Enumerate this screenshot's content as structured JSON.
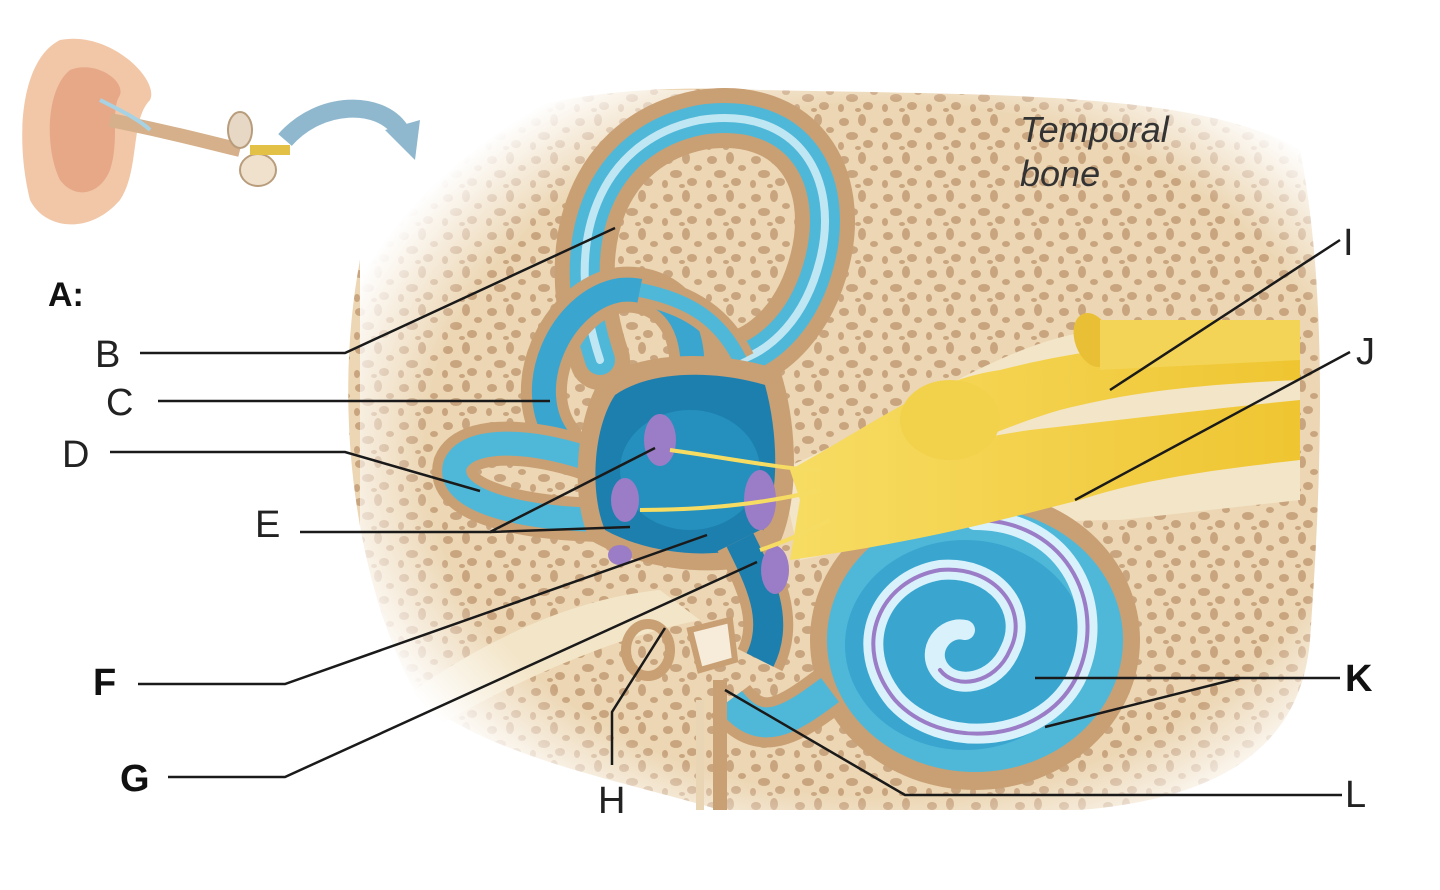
{
  "title_label": "A:",
  "bone_label_line1": "Temporal",
  "bone_label_line2": "bone",
  "labels": {
    "B": "B",
    "C": "C",
    "D": "D",
    "E": "E",
    "F": "F",
    "G": "G",
    "H": "H",
    "I": "I",
    "J": "J",
    "K": "K",
    "L": "L"
  },
  "colors": {
    "bone_fill": "#ecd6b3",
    "bone_pore": "#c7a47e",
    "membrane_blue": "#4fb8d8",
    "deep_blue": "#1d7fae",
    "bony_tan": "#c99f74",
    "nerve_yellow": "#f2cd3a",
    "receptor_purple": "#9b7cc6",
    "arrow_blue": "#8fb8cf"
  }
}
